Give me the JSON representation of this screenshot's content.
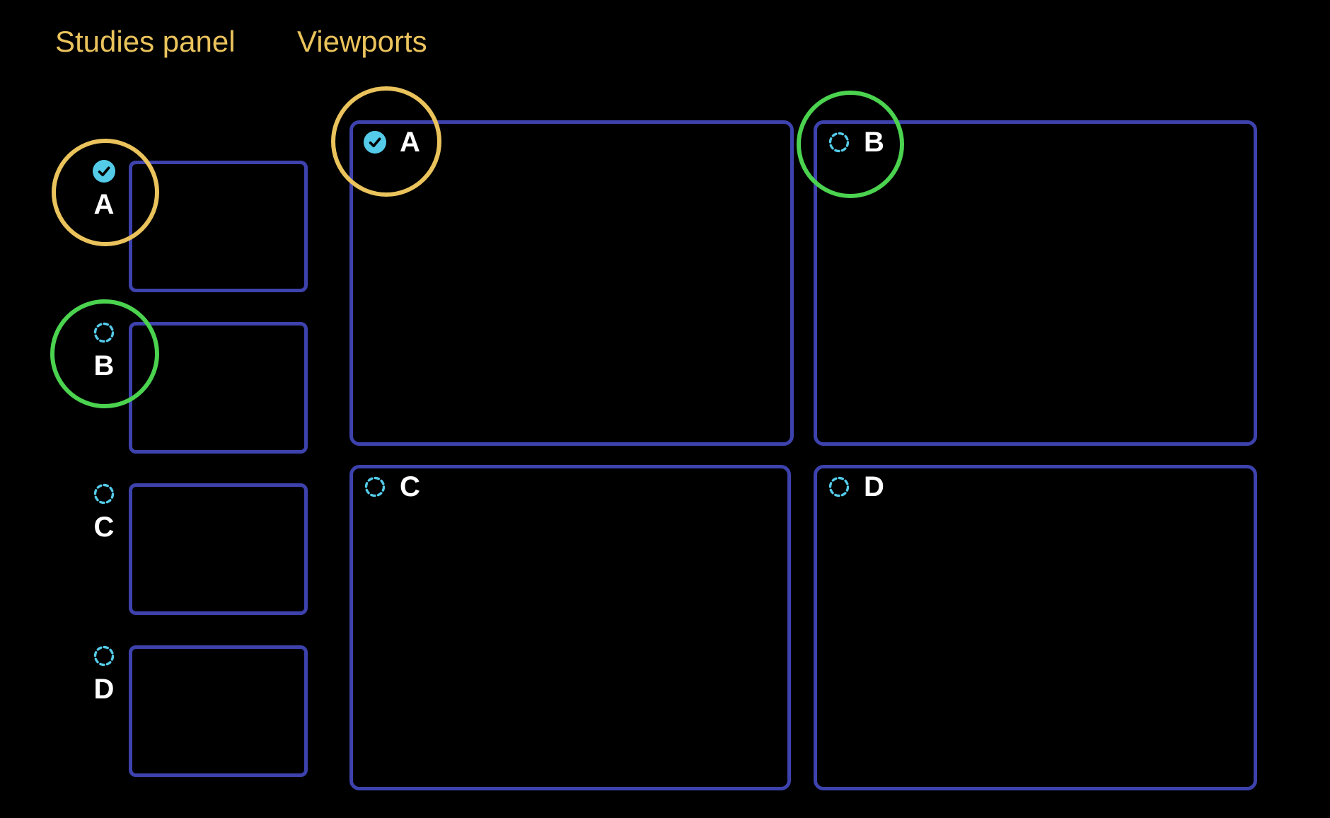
{
  "colors": {
    "background": "#000000",
    "accent_yellow": "#eac35c",
    "accent_green": "#4bd34f",
    "accent_cyan": "#54cbe9",
    "border_purple": "#3d42ad",
    "icon_check_stroke": "#000000",
    "label_white": "#ffffff"
  },
  "headings": {
    "studies_panel": "Studies panel",
    "viewports": "Viewports"
  },
  "studies": {
    "items": [
      {
        "label": "A",
        "icon": "check-circle-icon",
        "checked": true
      },
      {
        "label": "B",
        "icon": "dashed-circle-icon",
        "checked": false
      },
      {
        "label": "C",
        "icon": "dashed-circle-icon",
        "checked": false
      },
      {
        "label": "D",
        "icon": "dashed-circle-icon",
        "checked": false
      }
    ]
  },
  "viewports": {
    "items": [
      {
        "label": "A",
        "icon": "check-circle-icon",
        "checked": true
      },
      {
        "label": "B",
        "icon": "dashed-circle-icon",
        "checked": false
      },
      {
        "label": "C",
        "icon": "dashed-circle-icon",
        "checked": false
      },
      {
        "label": "D",
        "icon": "dashed-circle-icon",
        "checked": false
      }
    ]
  },
  "annotations": {
    "highlights": [
      {
        "target": "study-a-status-icon",
        "color": "#eac35c"
      },
      {
        "target": "study-b-status-icon",
        "color": "#4bd34f"
      },
      {
        "target": "viewport-a-status-icon",
        "color": "#eac35c"
      },
      {
        "target": "viewport-b-status-icon",
        "color": "#4bd34f"
      }
    ]
  }
}
